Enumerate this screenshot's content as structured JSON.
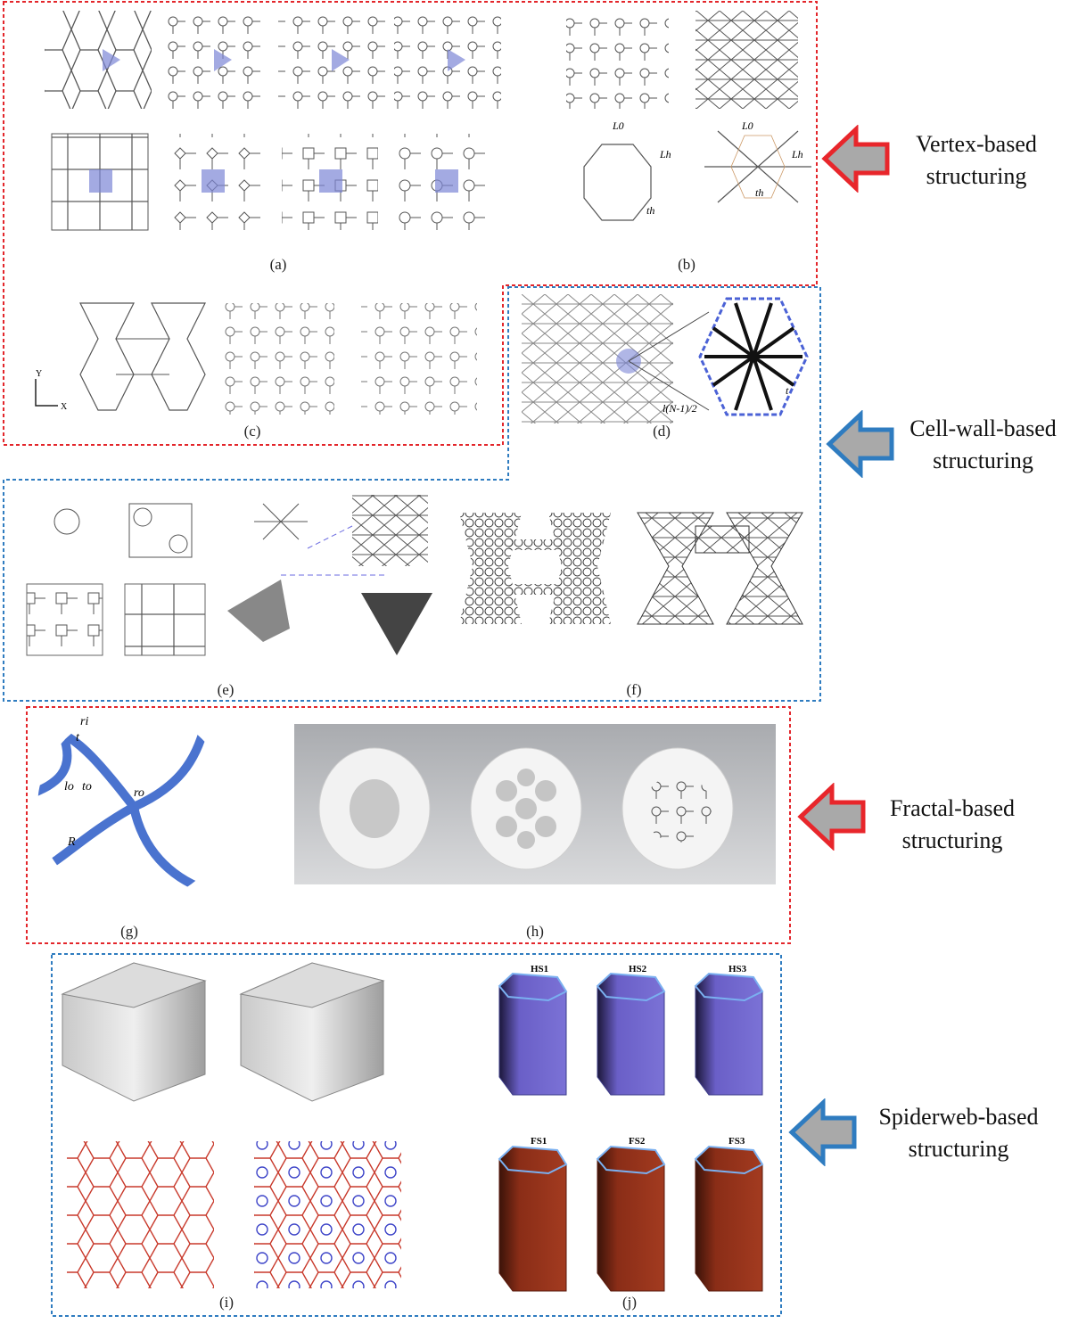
{
  "panels": {
    "a": "(a)",
    "b": "(b)",
    "c": "(c)",
    "d": "(d)",
    "e": "(e)",
    "f": "(f)",
    "g": "(g)",
    "h": "(h)",
    "i": "(i)",
    "j": "(j)"
  },
  "categories": [
    {
      "line1": "Vertex-based",
      "line2": "structuring",
      "arrow_color": "#e8262b"
    },
    {
      "line1": "Cell-wall-based",
      "line2": "structuring",
      "arrow_color": "#2f7cc0"
    },
    {
      "line1": "Fractal-based",
      "line2": "structuring",
      "arrow_color": "#e8262b"
    },
    {
      "line1": "Spiderweb-based",
      "line2": "structuring",
      "arrow_color": "#2f7cc0"
    }
  ],
  "annotations": {
    "b_dims": [
      "L0",
      "Lh",
      "th"
    ],
    "c_axes": [
      "Y",
      "X"
    ],
    "d_dims": [
      "l(N-1)/2",
      "t"
    ],
    "g_dims": [
      "ri",
      "t",
      "lo",
      "to",
      "ro",
      "R"
    ],
    "j_top": [
      "HS1",
      "HS2",
      "HS3"
    ],
    "j_bottom": [
      "FS1",
      "FS2",
      "FS3"
    ]
  },
  "colors": {
    "red_frame": "#e3262b",
    "blue_frame": "#2f7cc0",
    "fractal_blue": "#4a73cf",
    "honeycomb_red": "#c8392b",
    "purple_column": "#6a5fc7",
    "brown_column": "#8a2d17"
  }
}
